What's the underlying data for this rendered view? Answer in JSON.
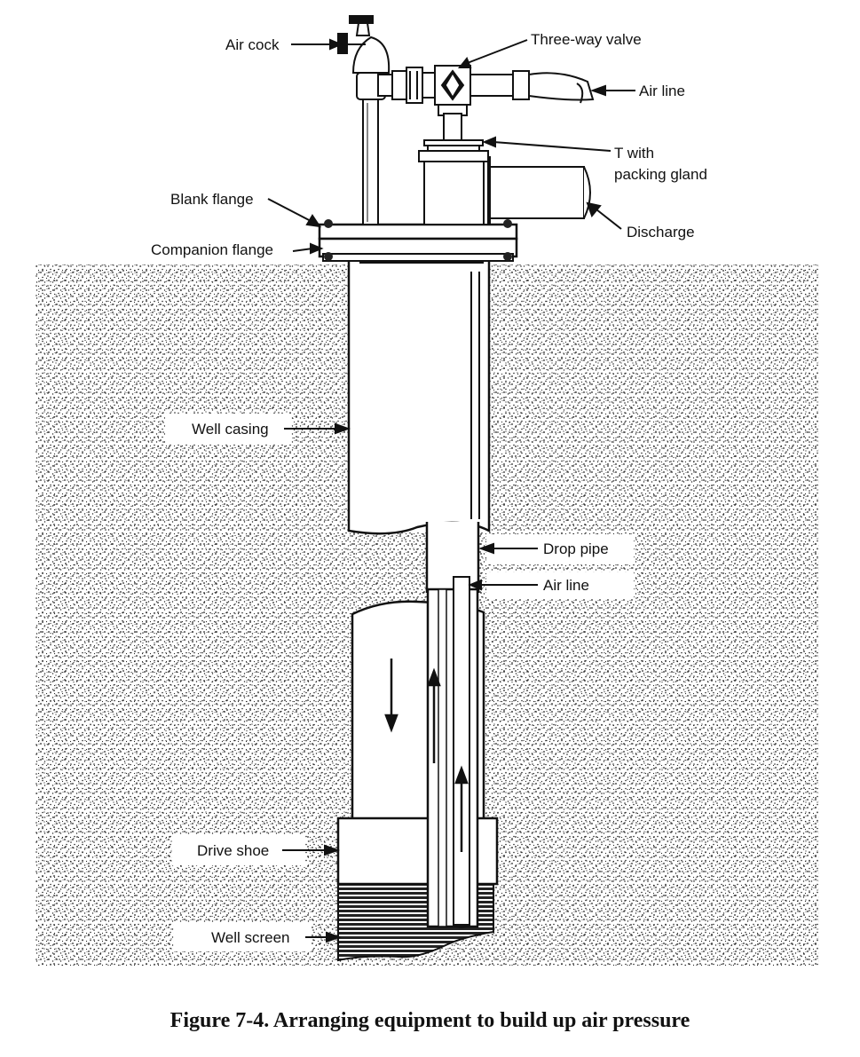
{
  "labels": {
    "air_cock": "Air cock",
    "three_way_valve": "Three-way valve",
    "air_line_top": "Air line",
    "t_with": "T with",
    "packing_gland": "packing gland",
    "blank_flange": "Blank flange",
    "discharge": "Discharge",
    "companion_flange": "Companion flange",
    "well_casing": "Well casing",
    "drop_pipe": "Drop pipe",
    "air_line_inner": "Air line",
    "drive_shoe": "Drive shoe",
    "well_screen": "Well screen"
  },
  "caption": "Figure 7-4.  Arranging equipment to build up air pressure"
}
